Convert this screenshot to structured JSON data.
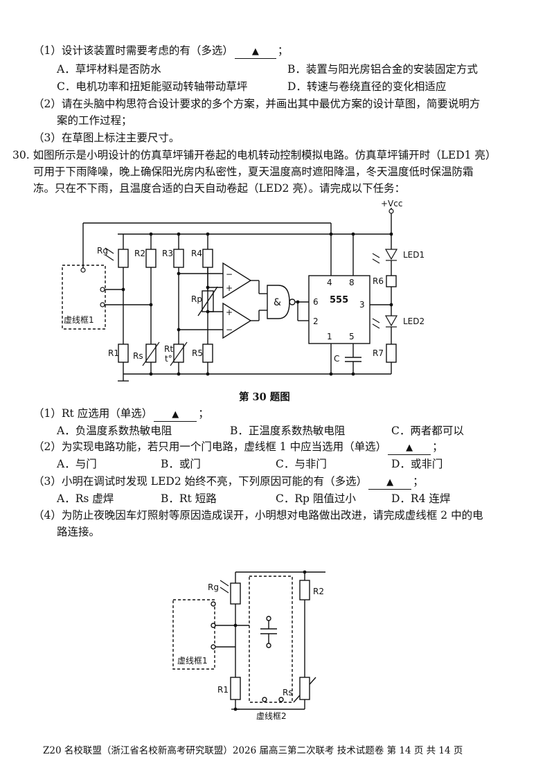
{
  "q29": {
    "p1_prefix": "（1）设计该装置时需要考虑的有（多选）",
    "blank_mark": "▲",
    "p1_suffix": "；",
    "options": [
      "A．草坪材料是否防水",
      "B．装置与阳光房铝合金的安装固定方式",
      "C．电机功率和扭矩能驱动转轴带动草坪",
      "D．转速与卷绕直径的变化相适应"
    ],
    "p2_line1": "（2）请在头脑中构思符合设计要求的多个方案，并画出其中最优方案的设计草图，简要说明方",
    "p2_line2": "案的工作过程；",
    "p3": "（3）在草图上标注主要尺寸。"
  },
  "q30": {
    "stem_line1": "30. 如图所示是小明设计的仿真草坪铺开卷起的电机转动控制模拟电路。仿真草坪铺开时（LED1 亮）",
    "stem_line2": "可用于下雨降噪，晚上确保阳光房内私密性，夏天温度高时遮阳降温，冬天温度低时保温防霜",
    "stem_line3": "冻。只在不下雨，且温度合适的白天自动卷起（LED2 亮）。请完成以下任务：",
    "figure1": {
      "vcc": "+Vcc",
      "rg": "Rg",
      "r2": "R2",
      "r3": "R3",
      "r4": "R4",
      "rp": "Rp",
      "r1": "R1",
      "rs": "Rs",
      "rt": "Rt",
      "t_deg": "t°",
      "r5": "R5",
      "box1": "虚线框1",
      "and": "&",
      "ic": "555",
      "pin4": "4",
      "pin8": "8",
      "pin6": "6",
      "pin2": "2",
      "pin3": "3",
      "pin1": "1",
      "pin5": "5",
      "c": "C",
      "led1": "LED1",
      "led2": "LED2",
      "r6": "R6",
      "r7": "R7",
      "plus1": "+",
      "minus1": "−",
      "plus2": "+",
      "minus2": "−"
    },
    "figure_caption": "第 30 题图",
    "sub1": {
      "prefix": "（1）Rt 应选用（单选）",
      "suffix": "；",
      "options": [
        "A．负温度系数热敏电阻",
        "B．正温度系数热敏电阻",
        "C．两者都可以"
      ]
    },
    "sub2": {
      "prefix": "（2）为实现电路功能，若只用一个门电路，虚线框 1 中应当选用（单选）",
      "suffix": "；",
      "options": [
        "A．与门",
        "B．或门",
        "C．与非门",
        "D．或非门"
      ]
    },
    "sub3": {
      "prefix": "（3）小明在调试时发现 LED2 始终不亮，下列原因可能的有（多选）",
      "suffix": "；",
      "options": [
        "A．Rs 虚焊",
        "B．Rt 短路",
        "C．Rp 阻值过小",
        "D．R4 连焊"
      ]
    },
    "sub4_line1": "（4）为防止夜晚因车灯照射等原因造成误开，小明想对电路做出改进，请完成虚线框 2 中的电",
    "sub4_line2": "路连接。",
    "figure2": {
      "rg": "Rg",
      "r2": "R2",
      "r1": "R1",
      "rs": "Rs",
      "box1": "虚线框1",
      "box2": "虚线框2"
    }
  },
  "footer": "Z20 名校联盟（浙江省名校新高考研究联盟）2026 届高三第二次联考  技术试题卷   第 14 页  共 14 页"
}
